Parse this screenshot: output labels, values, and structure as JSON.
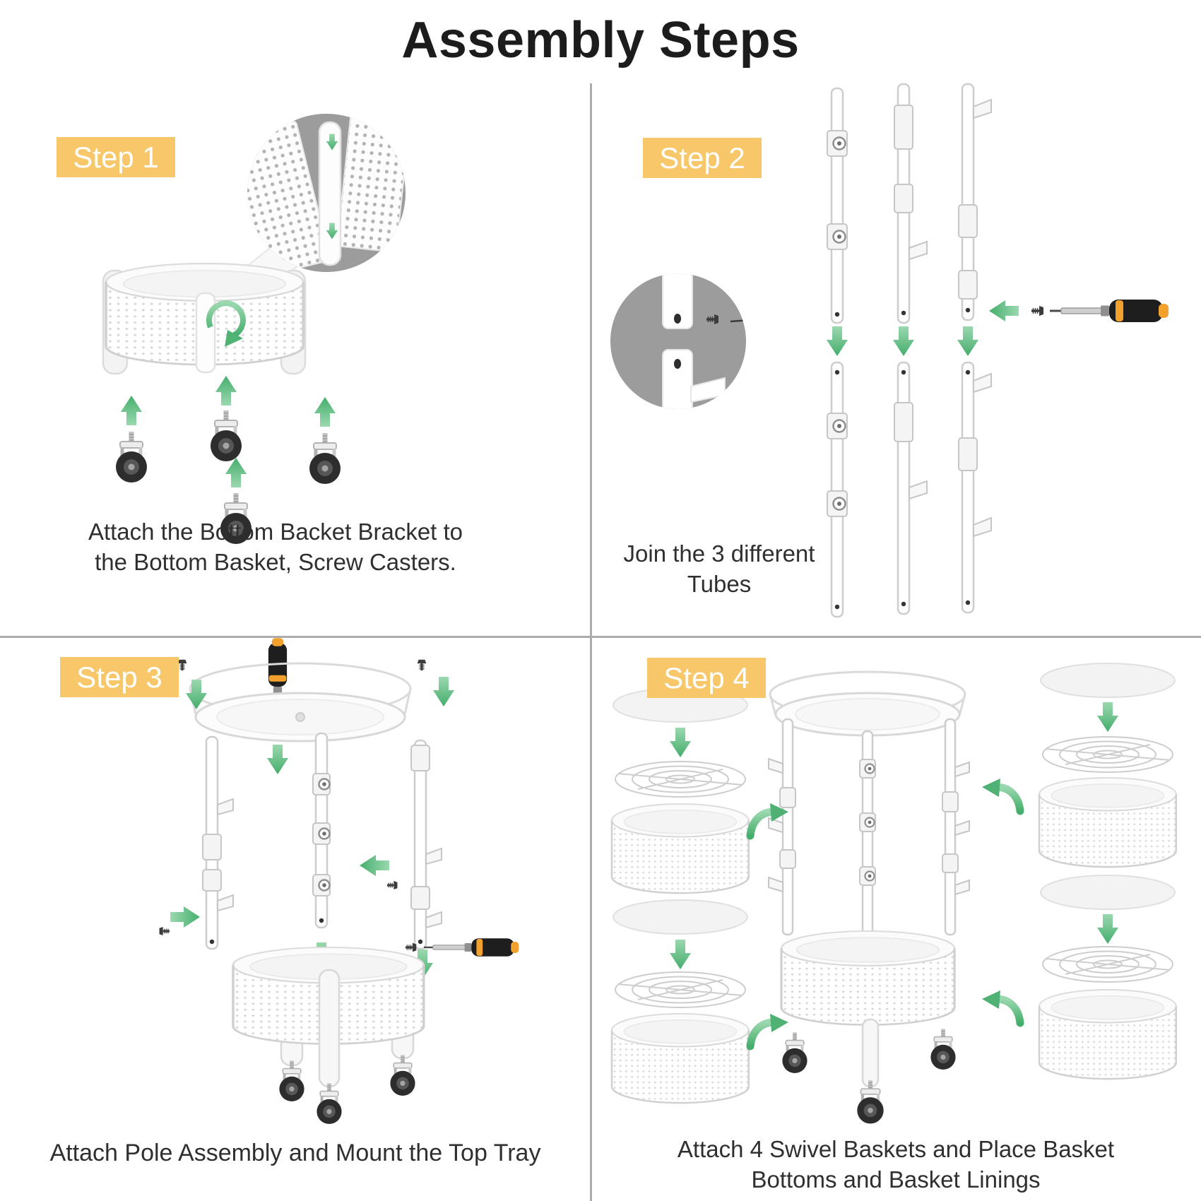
{
  "title": "Assembly Steps",
  "colors": {
    "badge_bg": "#F8C76A",
    "badge_text": "#FFFFFF",
    "divider": "#ABABAB",
    "caption_text": "#2F2F2F",
    "title_text": "#1C1C1C",
    "arrow_green": "#55B97A",
    "magnifier_gray": "#9C9C9C",
    "line_art_gray": "#D6D6D6",
    "screwdriver_accent": "#F2A12C"
  },
  "steps": [
    {
      "badge": "Step 1",
      "caption_line1": "Attach the Bottom Backet Bracket to",
      "caption_line2": "the Bottom Basket, Screw Casters.",
      "illustration": "bottom-basket-bracket-and-casters"
    },
    {
      "badge": "Step 2",
      "caption_line1": "Join the 3 different",
      "caption_line2": "Tubes",
      "illustration": "join-three-tubes"
    },
    {
      "badge": "Step 3",
      "caption_line1": "Attach Pole Assembly and Mount the Top Tray",
      "caption_line2": "",
      "illustration": "pole-assembly-and-top-tray"
    },
    {
      "badge": "Step 4",
      "caption_line1": "Attach 4  Swivel Baskets and Place Basket",
      "caption_line2": "Bottoms and Basket Linings",
      "illustration": "swivel-baskets-bottoms-linings"
    }
  ]
}
